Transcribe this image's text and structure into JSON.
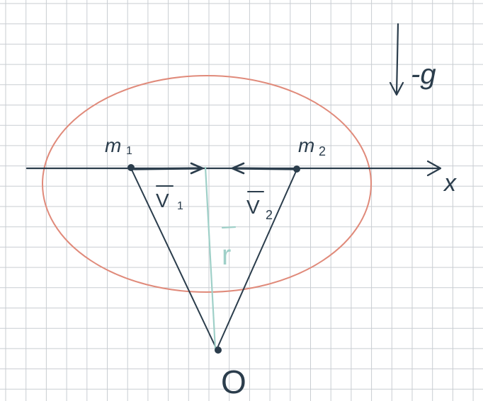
{
  "labels": {
    "mass1": "m",
    "mass1_sub": "1",
    "mass2": "m",
    "mass2_sub": "2",
    "velocity1": "V",
    "velocity1_sub": "1",
    "velocity2": "V",
    "velocity2_sub": "2",
    "position_vector": "r",
    "gravity": "-g",
    "axis": "x",
    "origin": "O"
  },
  "colors": {
    "grid": "#c9cdd2",
    "ink": "#2b3d4c",
    "ellipse": "#e08a7a",
    "position_vector": "#9fd0c8",
    "background": "#ffffff"
  }
}
